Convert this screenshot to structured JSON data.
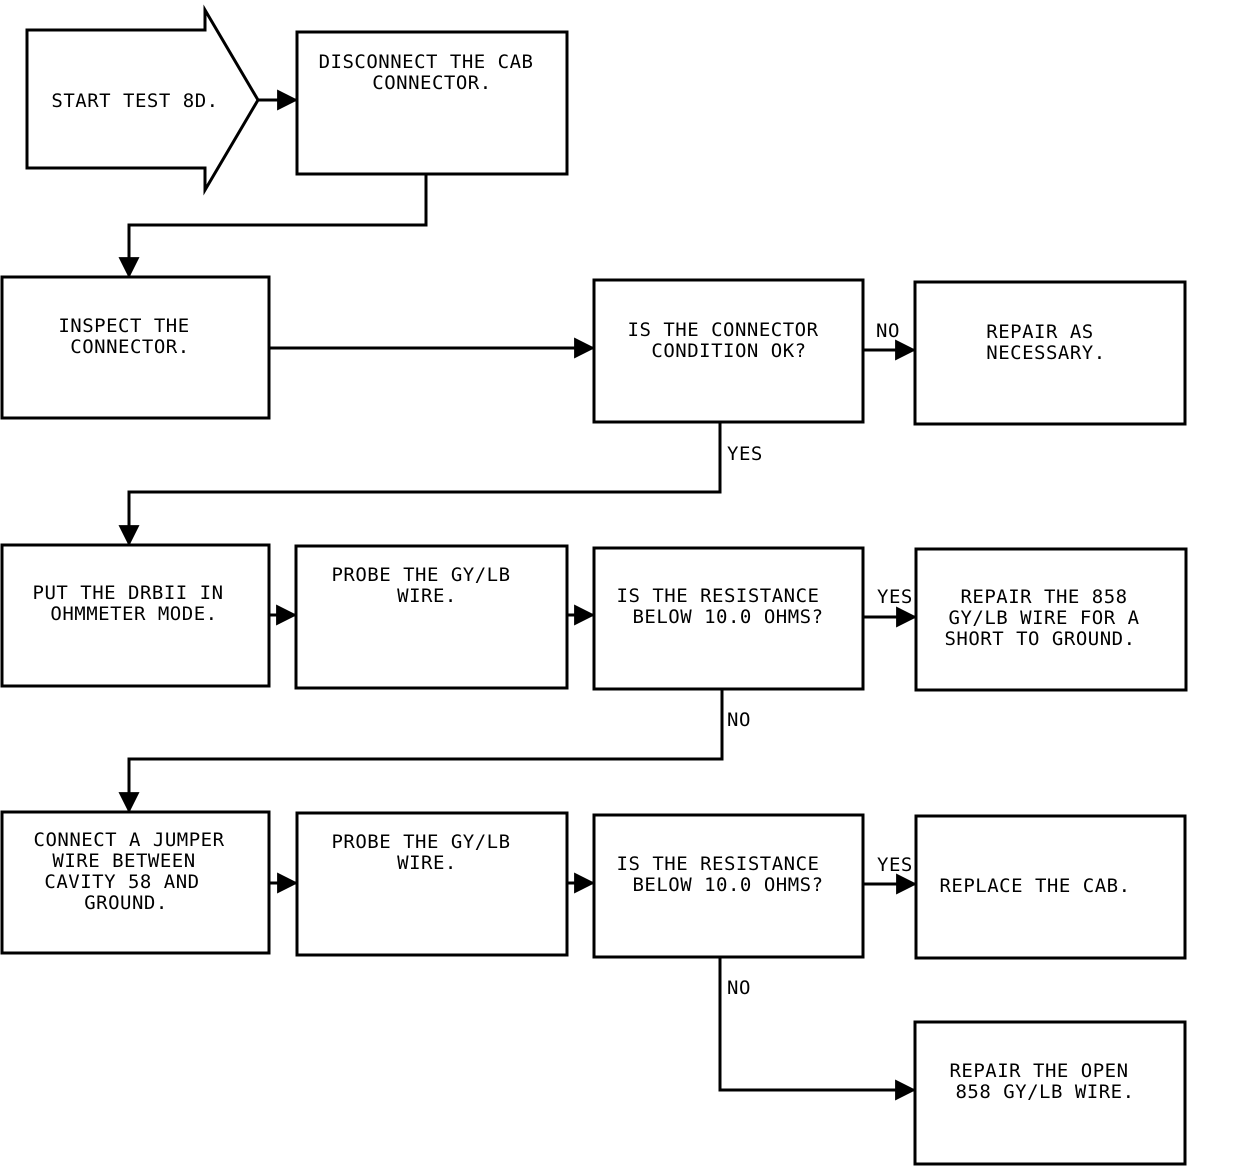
{
  "steps": {
    "start": [
      "START TEST 8D."
    ],
    "disconnect": [
      "DISCONNECT THE CAB",
      "CONNECTOR."
    ],
    "inspect": [
      "INSPECT THE",
      "CONNECTOR."
    ],
    "connector_ok": [
      "IS THE CONNECTOR",
      "CONDITION OK?"
    ],
    "repair_necessary": [
      "REPAIR AS",
      "NECESSARY."
    ],
    "ohmmeter": [
      "PUT THE DRBII IN",
      "OHMMETER MODE."
    ],
    "probe1": [
      "PROBE THE GY/LB",
      "WIRE."
    ],
    "resistance1": [
      "IS THE RESISTANCE",
      "BELOW 10.0 OHMS?"
    ],
    "repair_short": [
      "REPAIR THE 858",
      "GY/LB WIRE FOR A",
      "SHORT TO GROUND."
    ],
    "jumper": [
      "CONNECT A JUMPER",
      "WIRE BETWEEN",
      "CAVITY 58 AND",
      "GROUND."
    ],
    "probe2": [
      "PROBE THE GY/LB",
      "WIRE."
    ],
    "resistance2": [
      "IS THE RESISTANCE",
      "BELOW 10.0 OHMS?"
    ],
    "replace_cab": [
      "REPLACE THE CAB."
    ],
    "repair_open": [
      "REPAIR THE OPEN",
      "858 GY/LB WIRE."
    ]
  },
  "labels": {
    "no1": "NO",
    "yes1": "YES",
    "yes2": "YES",
    "no2": "NO",
    "yes3": "YES",
    "no3": "NO"
  }
}
